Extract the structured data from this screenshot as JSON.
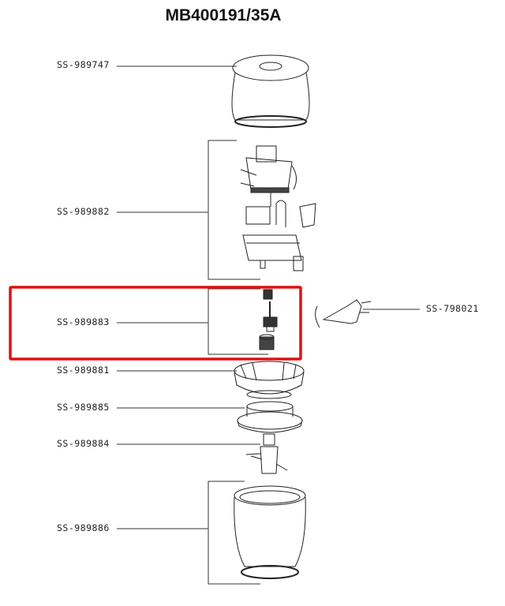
{
  "title": "MB400191/35A",
  "parts": [
    {
      "ref": "SS-989747",
      "name": "lid"
    },
    {
      "ref": "SS-989882",
      "name": "motor-assembly"
    },
    {
      "ref": "SS-989883",
      "name": "gear-set",
      "highlighted": true
    },
    {
      "ref": "SS-798021",
      "name": "power-cord"
    },
    {
      "ref": "SS-989881",
      "name": "coupler-housing"
    },
    {
      "ref": "SS-989885",
      "name": "seal-ring"
    },
    {
      "ref": "SS-989884",
      "name": "blade"
    },
    {
      "ref": "SS-989886",
      "name": "bowl"
    }
  ],
  "highlight_color": "#e01010"
}
